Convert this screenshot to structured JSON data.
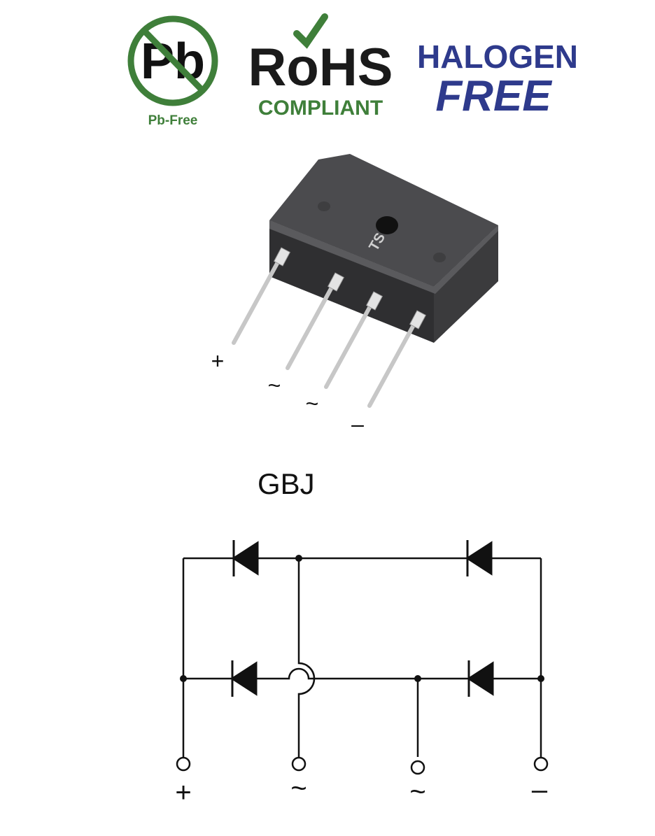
{
  "badges": {
    "pb_free": {
      "symbol": "Pb",
      "caption": "Pb-Free",
      "color": "#3f7f3a"
    },
    "rohs": {
      "title": "RoHS",
      "caption": "COMPLIANT",
      "check_color": "#3f7f3a",
      "text_color": "#1a1a1a"
    },
    "halogen": {
      "line1": "HALOGEN",
      "line2": "FREE",
      "color": "#2e3a8c"
    }
  },
  "package": {
    "label": "GBJ",
    "pin_labels": [
      "+",
      "~",
      "~",
      "–"
    ],
    "logo_text": "TS"
  },
  "schematic": {
    "terminal_labels": [
      "+",
      "~",
      "~",
      "–"
    ]
  }
}
